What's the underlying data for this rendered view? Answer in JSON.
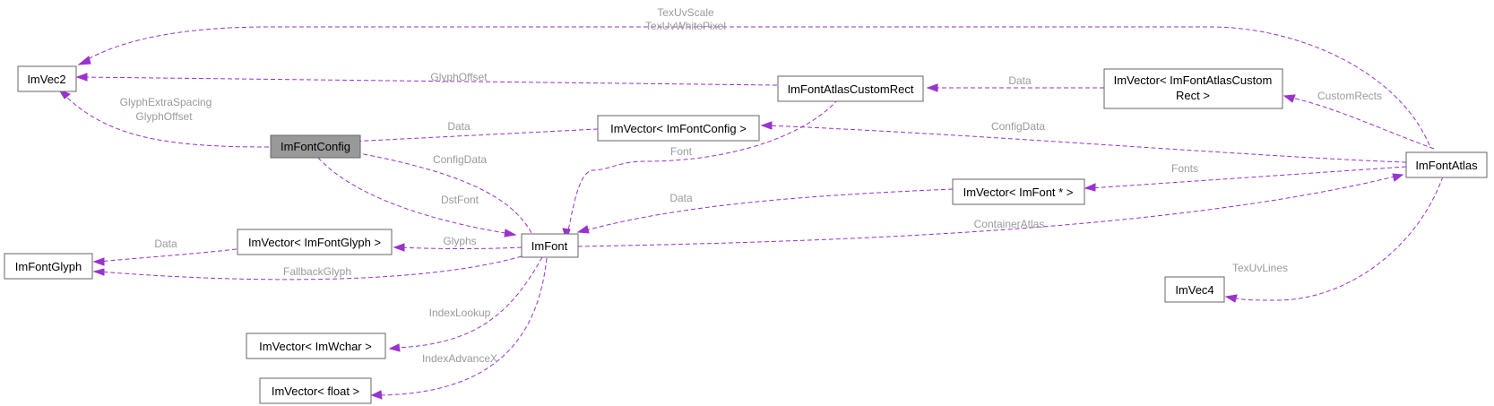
{
  "colors": {
    "edge": "#9a32cd",
    "edge_label": "#9a9a9a",
    "node_border": "#666666",
    "node_highlight": "#999999"
  },
  "nodes": {
    "imvec2": "ImVec2",
    "imfontconfig": "ImFontConfig",
    "imfontglyph": "ImFontGlyph",
    "imvector_imfontglyph": "ImVector< ImFontGlyph >",
    "imvector_imwchar": "ImVector< ImWchar >",
    "imvector_float": "ImVector< float >",
    "imfont": "ImFont",
    "imvector_imfontconfig": "ImVector< ImFontConfig >",
    "imfontatlascustomrect": "ImFontAtlasCustomRect",
    "imvector_imfont_ptr": "ImVector< ImFont * >",
    "imvector_customrect_line1": "ImVector< ImFontAtlasCustom",
    "imvector_customrect_line2": "Rect >",
    "imfontatlas": "ImFontAtlas",
    "imvec4": "ImVec4"
  },
  "edge_labels": {
    "texuvscale": "TexUvScale",
    "texuvwhitepixel": "TexUvWhitePixel",
    "glyphoffset_rect": "GlyphOffset",
    "glyphextraspacing": "GlyphExtraSpacing",
    "glyphoffset_config": "GlyphOffset",
    "data_rect": "Data",
    "customrects": "CustomRects",
    "data_config": "Data",
    "configdata_atlas": "ConfigData",
    "configdata_font": "ConfigData",
    "font": "Font",
    "fonts": "Fonts",
    "dstfont": "DstFont",
    "data_font": "Data",
    "containeratlas": "ContainerAtlas",
    "data_glyph": "Data",
    "glyphs": "Glyphs",
    "fallbackglyph": "FallbackGlyph",
    "indexlookup": "IndexLookup",
    "indexadvancex": "IndexAdvanceX",
    "texuvlines": "TexUvLines"
  }
}
